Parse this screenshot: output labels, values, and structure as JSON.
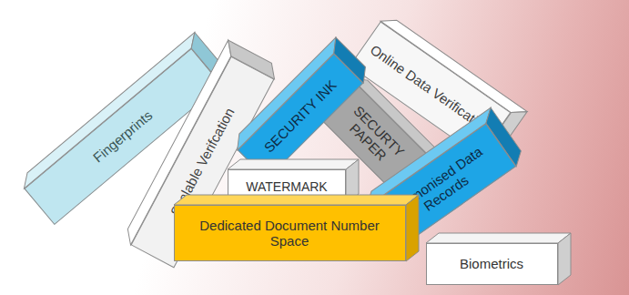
{
  "diagram": {
    "nodes": [
      {
        "text": [
          "Fingerprints"
        ]
      },
      {
        "text": [
          "Scalable Verifcation"
        ]
      },
      {
        "text": [
          "SECURITY INK"
        ]
      },
      {
        "text": [
          "SECURTY PAPER"
        ]
      },
      {
        "text": [
          "Online Data Verification"
        ]
      },
      {
        "text": [
          "WATERMARK"
        ]
      },
      {
        "text": [
          "Harmonised Data Records"
        ]
      },
      {
        "text": [
          "Dedicated Document Number Space"
        ]
      },
      {
        "text": [
          "Biometrics"
        ]
      }
    ]
  }
}
